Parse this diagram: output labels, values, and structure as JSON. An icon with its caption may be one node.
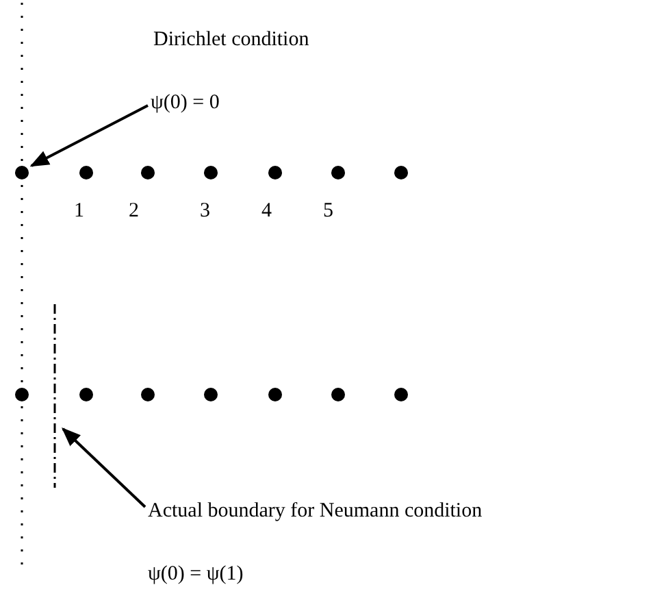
{
  "diagram": {
    "nodes": [
      {
        "text": [
          "ψ(0) = 0"
        ]
      },
      {
        "text": [],
        "shape": "circle"
      },
      {
        "text": [
          "Actual boundary for Neumann condition"
        ]
      },
      {
        "text": [],
        "shape": "line"
      }
    ],
    "edges": [
      {
        "from": 0,
        "to": 1,
        "arrow": "to"
      },
      {
        "from": 2,
        "to": 3,
        "arrow": "to"
      }
    ],
    "labels": [
      "Dirichlet condition",
      "1",
      "2",
      "3",
      "4",
      "5",
      "ψ(0) = ψ(1)"
    ]
  }
}
